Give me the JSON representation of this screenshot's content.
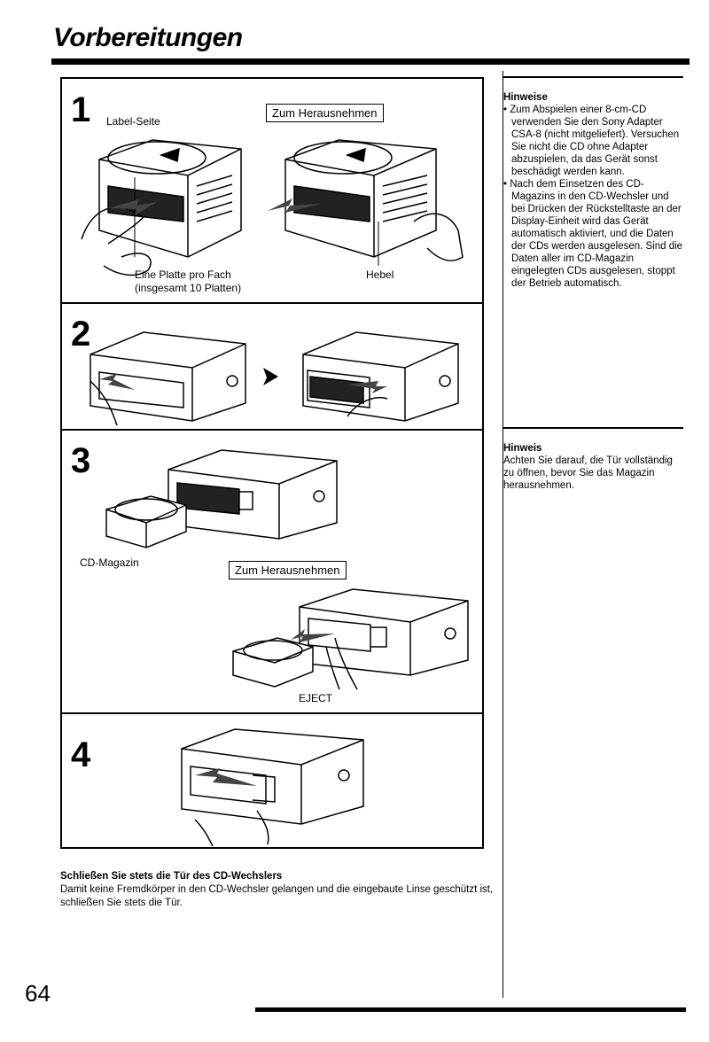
{
  "page_title": "Vorbereitungen",
  "page_number": "64",
  "steps": [
    {
      "number": "1",
      "label_side": "Label-Seite",
      "remove_label": "Zum Herausnehmen",
      "one_per_slot": "Eine Platte pro Fach",
      "total": "(insgesamt 10 Platten)",
      "lever": "Hebel"
    },
    {
      "number": "2"
    },
    {
      "number": "3",
      "magazine": "CD-Magazin",
      "remove_label": "Zum Herausnehmen",
      "eject": "EJECT"
    },
    {
      "number": "4"
    }
  ],
  "notes": [
    {
      "heading": "Hinweise",
      "items": [
        "Zum Abspielen einer 8-cm-CD verwenden Sie den Sony Adapter CSA-8 (nicht mitgeliefert). Versuchen Sie nicht die CD ohne Adapter abzuspielen, da das Gerät sonst beschädigt werden kann.",
        "Nach dem Einsetzen des CD-Magazins in den CD-Wechsler und bei Drücken der Rückstelltaste an der Display-Einheit wird das Gerät automatisch aktiviert, und die Daten der CDs werden ausgelesen. Sind die Daten aller im CD-Magazin eingelegten CDs ausgelesen, stoppt der Betrieb automatisch."
      ]
    },
    {
      "heading": "Hinweis",
      "text": "Achten Sie darauf, die Tür vollständig zu öffnen, bevor Sie das Magazin herausnehmen."
    }
  ],
  "closing": {
    "heading": "Schließen Sie stets die Tür des CD-Wechslers",
    "text": "Damit keine Fremdkörper in den CD-Wechsler gelangen und die eingebaute Linse geschützt ist, schließen Sie stets die Tür."
  }
}
